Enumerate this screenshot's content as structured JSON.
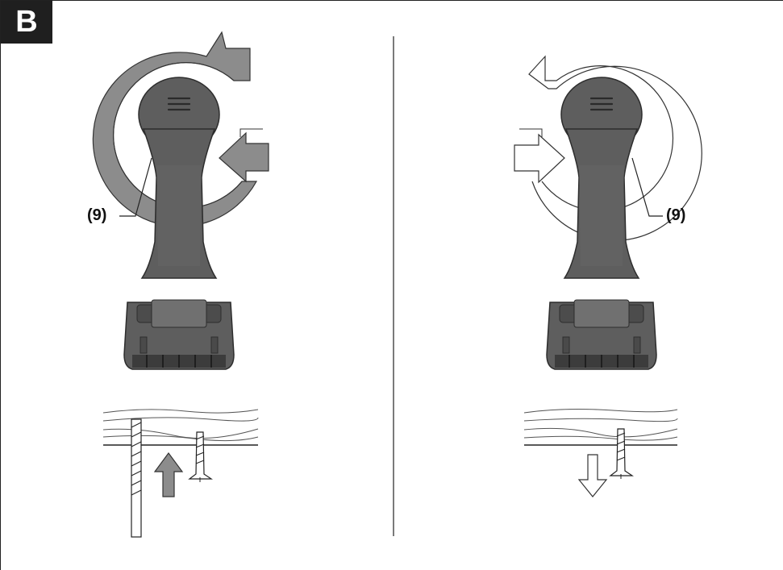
{
  "figure": {
    "badge": "B",
    "left_panel": {
      "callout": "(9)",
      "rotation_direction": "clockwise",
      "motion_direction": "up",
      "arrow_style": "filled"
    },
    "right_panel": {
      "callout": "(9)",
      "rotation_direction": "counter-clockwise",
      "motion_direction": "down",
      "arrow_style": "outline"
    },
    "colors": {
      "tool_body": "#5e5e5e",
      "tool_dark": "#3c3c3c",
      "arrow_fill": "#8c8c8c",
      "line": "#222222"
    }
  }
}
